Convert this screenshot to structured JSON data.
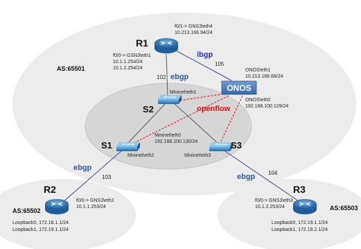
{
  "areas": {
    "as65501": "AS:65501",
    "as65502": "AS:65502",
    "as65503": "AS:65503"
  },
  "devices": {
    "r1": "R1",
    "r2": "R2",
    "r3": "R3",
    "s1": "S1",
    "s2": "S2",
    "s3": "S3",
    "onos": "ONOS"
  },
  "labels": {
    "r1_f01_a": "f0/1-> GNS3\\eth4",
    "r1_f01_b": "10.213.166.94/24",
    "r1_f00_a": "f0/0-> GSN3\\eth1",
    "r1_f00_b": "10.1.1.254/24",
    "r1_f00_c": "10.1.2.254/24",
    "onos_eth1_a": "ONOS\\eth1",
    "onos_eth1_b": "10.213.166.68/24",
    "onos_eth0_a": "ONOS\\eth0",
    "onos_eth0_b": "192.168.100.129/24",
    "mininet_eth1": "Mininet\\eth1",
    "mininet_eth0_a": "Mininet\\eth0",
    "mininet_eth0_b": "192.168.100.130/24",
    "mininet_eth2": "Mininet\\eth2",
    "mininet_eth3": "Mininet\\eth3",
    "r2_f00_a": "f0/0-> GNS3\\eth2",
    "r2_f00_b": "10.1.1.253/24",
    "r2_lo0": "Loopback0, 172.18.1.1/24",
    "r2_lo1": "Loopback1, 172.19.1.1/24",
    "r3_f00_a": "f0/0-> GNS3\\eth3",
    "r3_f00_b": "10.1.2.253/24",
    "r3_lo0": "Loopback0, 172.19.1.1/24",
    "r3_lo1": "Loopback1, 172.19.2.1/24"
  },
  "links": {
    "ibgp": "ibgp",
    "ebgp_r1": "ebgp",
    "ebgp_r2": "ebgp",
    "ebgp_r3": "ebgp",
    "openflow": "openflow",
    "num_102": "102",
    "num_105": "105",
    "num_103": "103",
    "num_104": "104"
  },
  "colors": {
    "area_fill": "#ececec",
    "inner_fill": "#d9d9d9",
    "router_blue": "#2f78b7",
    "onos_blue": "#4a7fbf",
    "openflow_red": "#e01010",
    "ibgp_blue": "#2b2bd6",
    "ebgp_blue": "#2f5aa0"
  }
}
